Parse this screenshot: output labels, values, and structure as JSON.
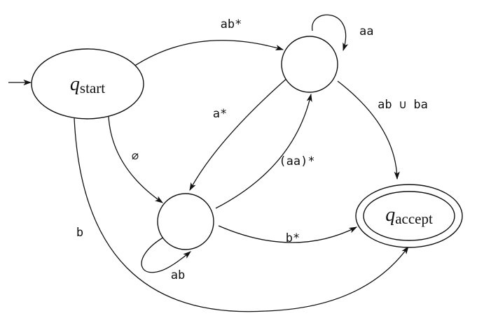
{
  "diagram": {
    "states": {
      "start": {
        "symbol": "q",
        "subscript": "start"
      },
      "accept": {
        "symbol": "q",
        "subscript": "accept"
      }
    },
    "edges": {
      "start_to_top": "ab*",
      "top_loop": "aa",
      "top_to_accept": "ab ∪ ba",
      "top_to_mid": "a*",
      "start_to_mid": "∅",
      "mid_to_top": "(aa)*",
      "mid_to_accept": "b*",
      "start_to_accept": "b",
      "mid_loop": "ab"
    },
    "colors": {
      "stroke": "#111111",
      "background": "#ffffff"
    }
  }
}
